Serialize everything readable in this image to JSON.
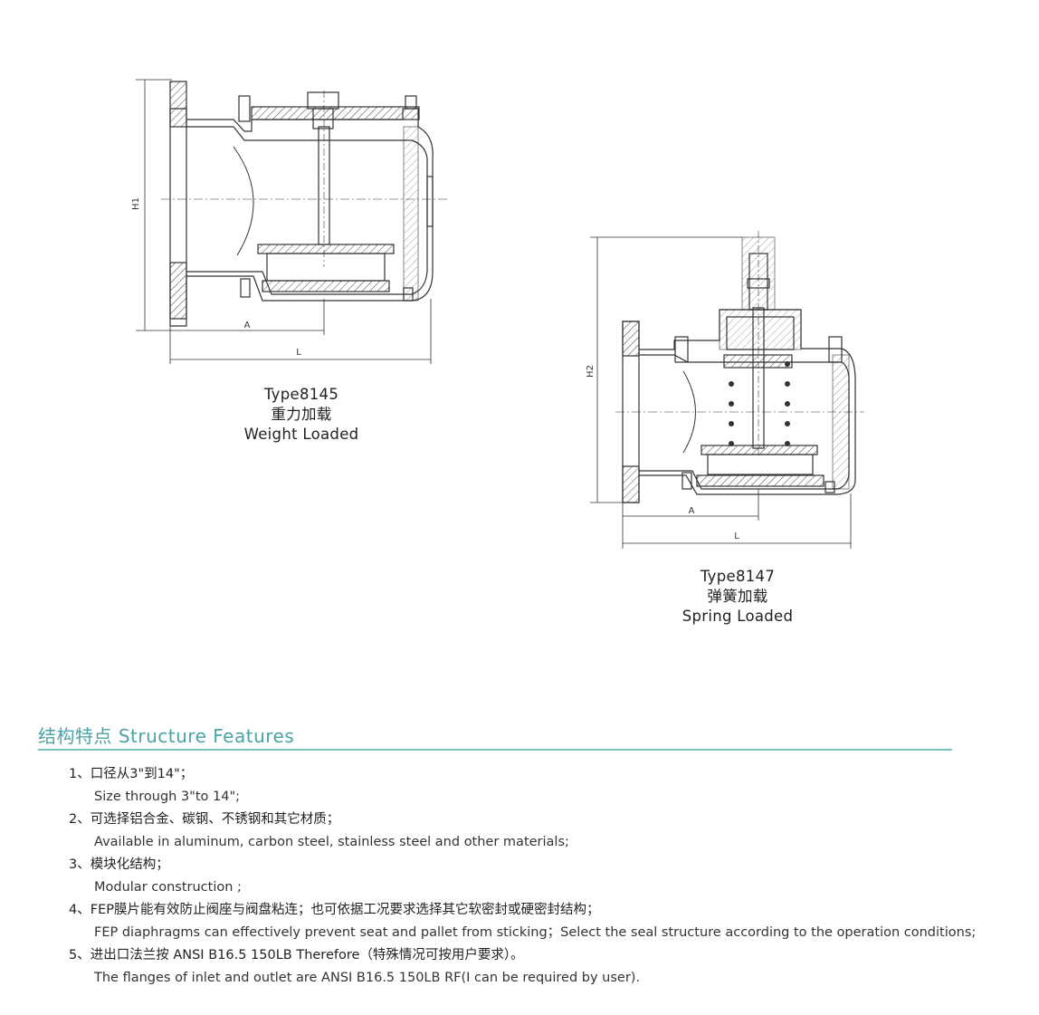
{
  "drawings": [
    {
      "type": "Type8145",
      "name_zh": "重力加载",
      "name_en": "Weight Loaded",
      "dims": {
        "height": "H1",
        "a": "A",
        "length": "L"
      }
    },
    {
      "type": "Type8147",
      "name_zh": "弹簧加载",
      "name_en": "Spring Loaded",
      "dims": {
        "height": "H2",
        "a": "A",
        "length": "L"
      }
    }
  ],
  "section": {
    "title": "结构特点 Structure Features"
  },
  "features": [
    {
      "zh": "1、口径从3\"到14\"；",
      "en": "Size through 3\"to 14\";"
    },
    {
      "zh": "2、可选择铝合金、碳钢、不锈钢和其它材质；",
      "en": "Available in aluminum, carbon steel, stainless steel  and other materials;"
    },
    {
      "zh": "3、模块化结构；",
      "en": "Modular construction ;"
    },
    {
      "zh": "4、FEP膜片能有效防止阀座与阀盘粘连；也可依据工况要求选择其它软密封或硬密封结构；",
      "en": "FEP diaphragms can effectively prevent seat and pallet from sticking；Select the seal structure according to the operation conditions;"
    },
    {
      "zh": "5、进出口法兰按 ANSI B16.5 150LB Therefore（特殊情况可按用户要求）。",
      "en": "The flanges of inlet and outlet are ANSI B16.5 150LB RF(I can be required by user)."
    }
  ],
  "colors": {
    "accent": "#4aa3a6",
    "rule": "#7cc0c2",
    "line": "#333333"
  }
}
